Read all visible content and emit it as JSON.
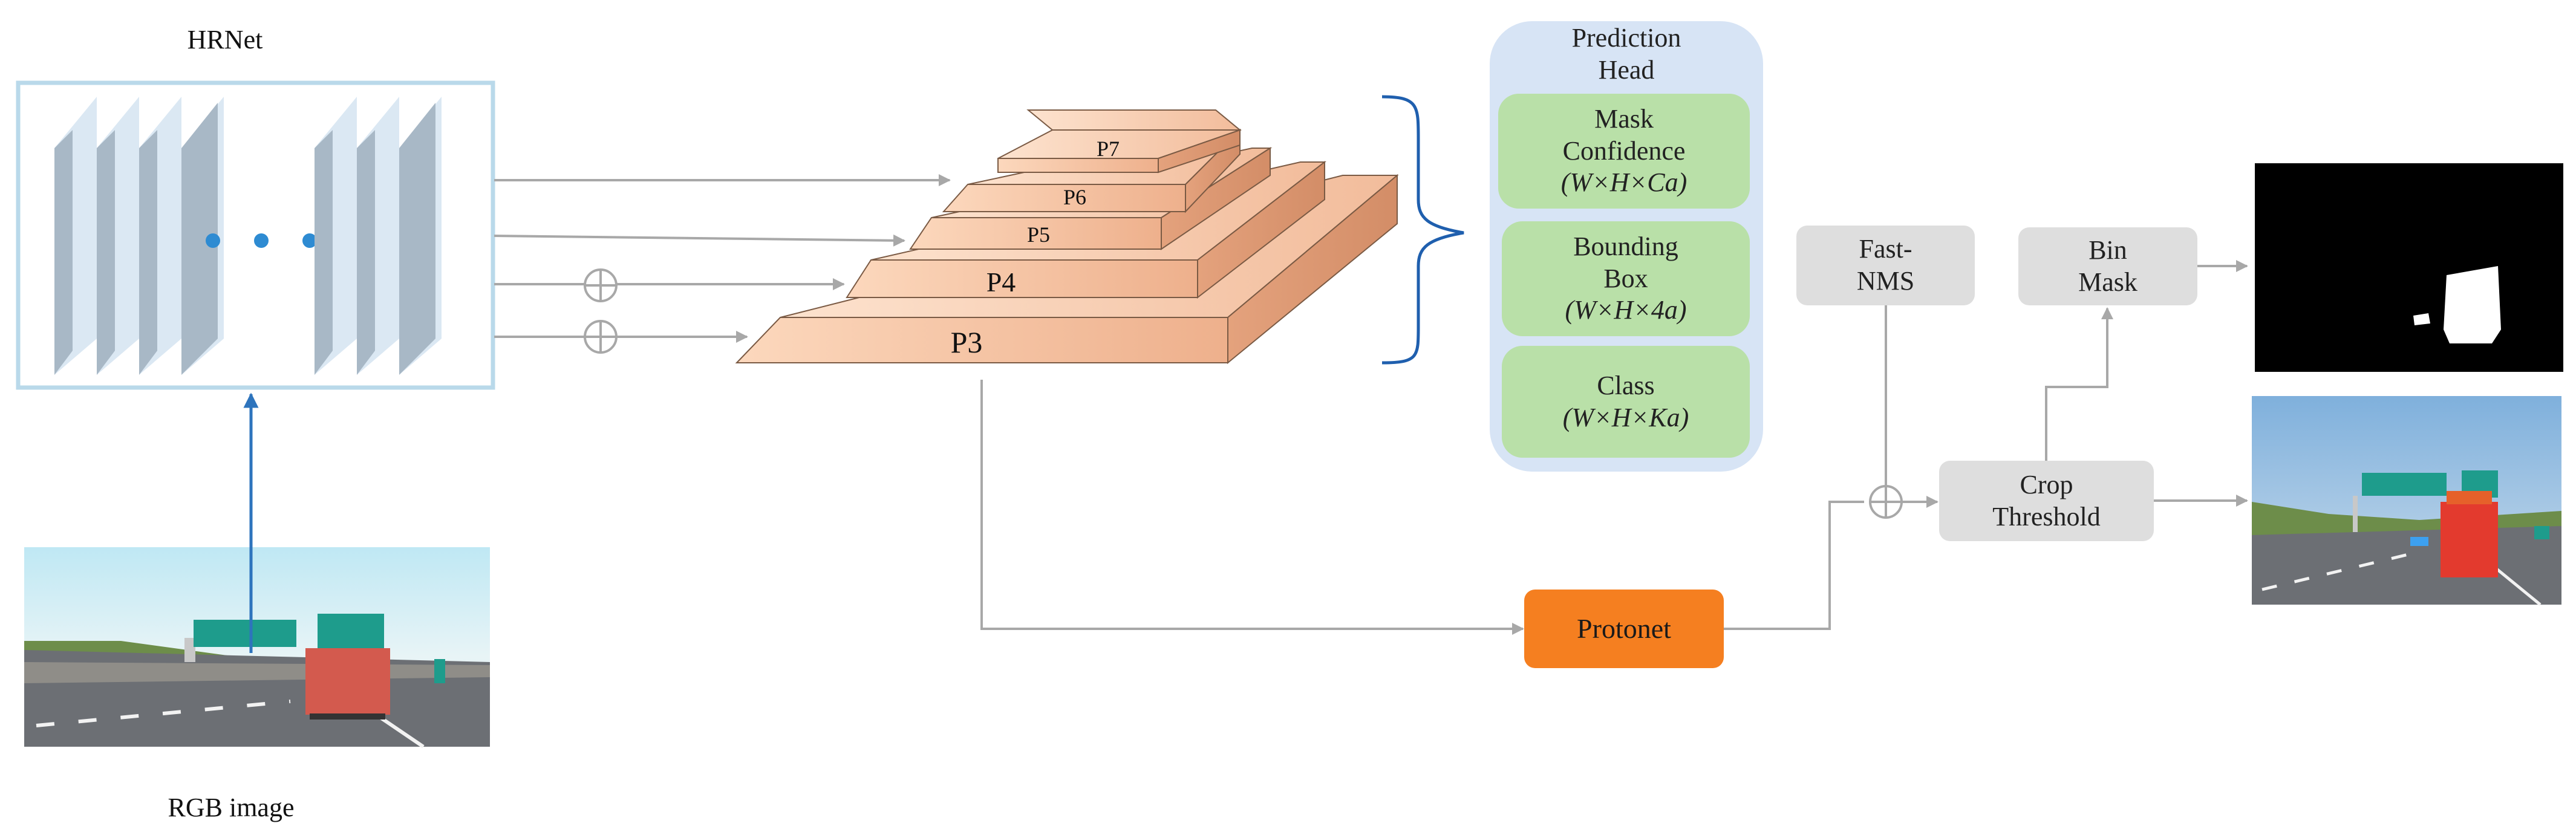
{
  "labels": {
    "hrnet": "HRNet",
    "rgb_image": "RGB image"
  },
  "pyramid": {
    "levels": [
      "P7",
      "P6",
      "P5",
      "P4",
      "P3"
    ]
  },
  "prediction_head": {
    "title_line1": "Prediction",
    "title_line2": "Head",
    "blocks": [
      {
        "lines": [
          "Mask",
          "Confidence"
        ],
        "formula": "(W×H×Ca)"
      },
      {
        "lines": [
          "Bounding",
          "Box"
        ],
        "formula": "(W×H×4a)"
      },
      {
        "lines": [
          "Class"
        ],
        "formula": "(W×H×Ka)"
      }
    ]
  },
  "modules": {
    "fast_nms": [
      "Fast-",
      "NMS"
    ],
    "bin_mask": [
      "Bin",
      "Mask"
    ],
    "crop_threshold": [
      "Crop",
      "Threshold"
    ],
    "protonet": "Protonet"
  },
  "colors": {
    "hrnet_border": "#b9d9ea",
    "hrnet_slab": "#a8b8c6",
    "hrnet_slab_side": "#dbe8f3",
    "dots": "#2e8bd2",
    "pyramid_light": "#fcd3b4",
    "pyramid_dark": "#e9a882",
    "head_bg": "#d7e4f5",
    "head_block": "#b9e0a8",
    "gray_box": "#dedede",
    "protonet": "#f57f20",
    "arrow": "#a8a8a8",
    "input_arrow": "#2e74bd",
    "brace": "#1f5fae"
  }
}
